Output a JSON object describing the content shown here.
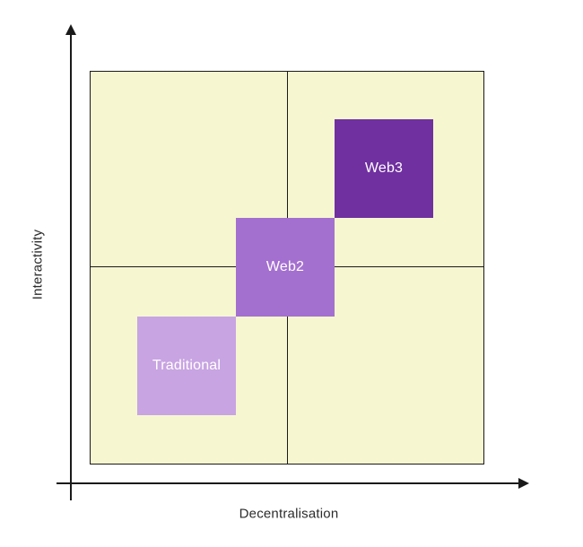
{
  "diagram": {
    "type": "quadrant-matrix",
    "x_axis": {
      "label": "Decentralisation"
    },
    "y_axis": {
      "label": "Interactivity"
    },
    "quadrant_background_color": "#f6f6d1",
    "axis_line_color": "#1a1a1a",
    "boxes": [
      {
        "label": "Traditional",
        "color": "#c8a4e2",
        "position": "bottom-left",
        "decentralisation": "low",
        "interactivity": "low"
      },
      {
        "label": "Web2",
        "color": "#a470d0",
        "position": "center",
        "decentralisation": "medium",
        "interactivity": "medium"
      },
      {
        "label": "Web3",
        "color": "#7030a0",
        "position": "top-right",
        "decentralisation": "high",
        "interactivity": "high"
      }
    ]
  }
}
